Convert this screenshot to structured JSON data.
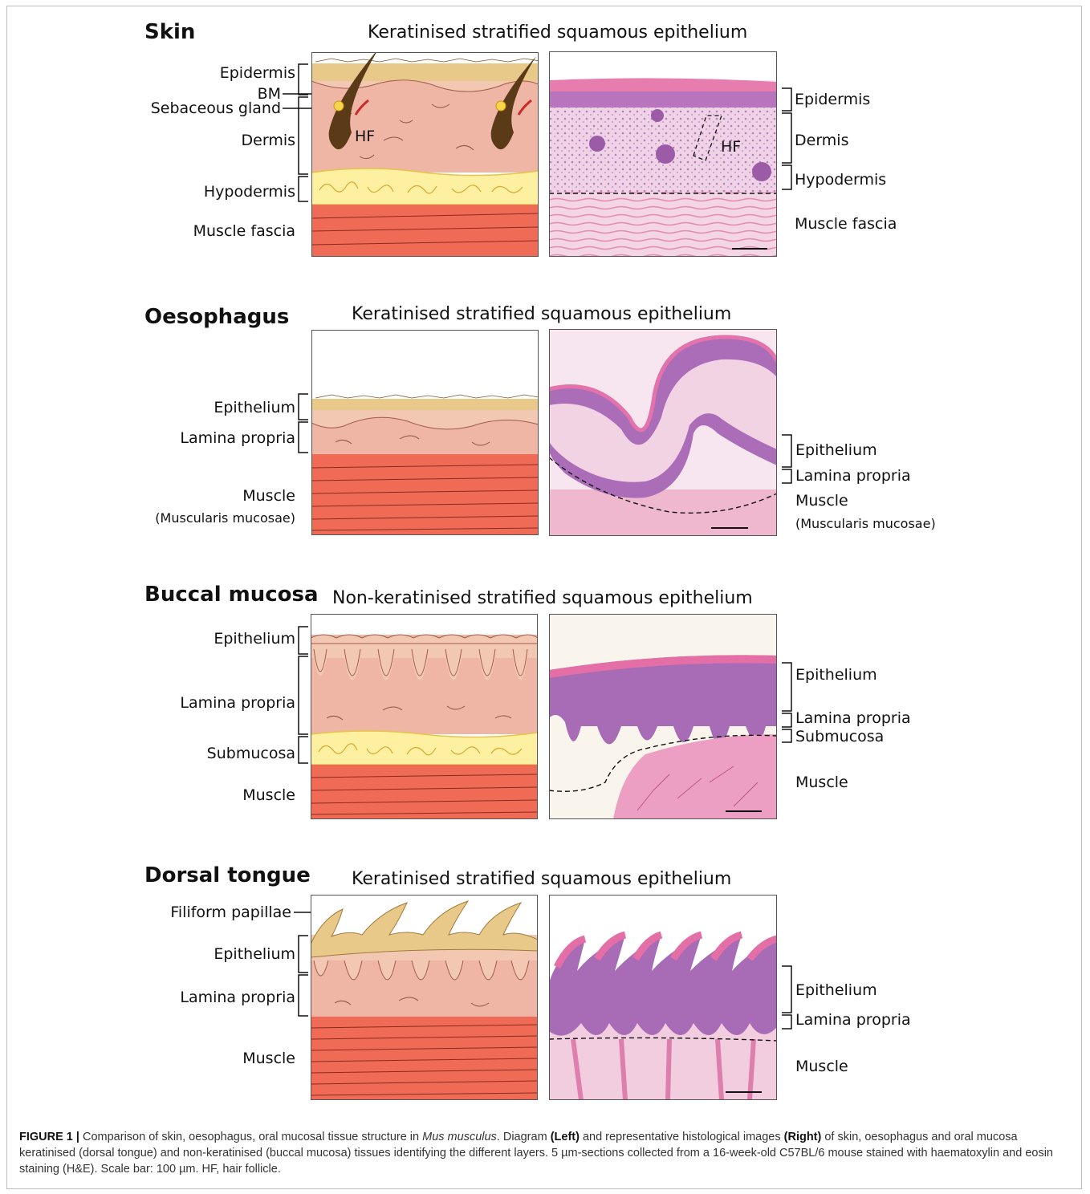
{
  "sections": [
    {
      "title": "Skin",
      "subtitle": "Keratinised stratified squamous epithelium",
      "left_labels": [
        "Epidermis",
        "BM",
        "Sebaceous gland",
        "Dermis",
        "Hypodermis",
        "Muscle fascia"
      ],
      "inner_label": "HF",
      "histo_inner_label": "HF",
      "right_labels": [
        "Epidermis",
        "Dermis",
        "Hypodermis",
        "Muscle fascia"
      ]
    },
    {
      "title": "Oesophagus",
      "subtitle": "Keratinised stratified squamous epithelium",
      "left_labels": [
        "Epithelium",
        "Lamina propria",
        "Muscle",
        "(Muscularis mucosae)"
      ],
      "right_labels": [
        "Epithelium",
        "Lamina propria",
        "Muscle",
        "(Muscularis mucosae)"
      ]
    },
    {
      "title": "Buccal mucosa",
      "subtitle": "Non-keratinised stratified squamous epithelium",
      "left_labels": [
        "Epithelium",
        "Lamina propria",
        "Submucosa",
        "Muscle"
      ],
      "right_labels": [
        "Epithelium",
        "Lamina propria",
        "Submucosa",
        "Muscle"
      ]
    },
    {
      "title": "Dorsal tongue",
      "subtitle": "Keratinised stratified squamous epithelium",
      "left_labels": [
        "Filiform papillae",
        "Epithelium",
        "Lamina propria",
        "Muscle"
      ],
      "right_labels": [
        "Epithelium",
        "Lamina propria",
        "Muscle"
      ]
    }
  ],
  "caption": {
    "figure_label": "FIGURE 1 |",
    "t1": " Comparison of skin, oesophagus, oral mucosal tissue structure in ",
    "species": "Mus musculus",
    "t2": ". Diagram ",
    "left": "(Left)",
    "t3": " and representative histological images ",
    "right": "(Right)",
    "t4": " of skin, oesophagus and oral mucosa keratinised (dorsal tongue) and non-keratinised (buccal mucosa) tissues identifying the different layers. 5 µm-sections collected from a 16-week-old C57BL/6 mouse stained with haematoxylin and eosin staining (H&E). Scale bar: 100 µm. HF, hair follicle."
  },
  "colors": {
    "keratin": "#e9c98a",
    "epithelium": "#f3c8b3",
    "lamina": "#efb5a5",
    "fat": "#fdf0a0",
    "muscle": "#ef6b55",
    "hair": "#5a3a17",
    "he_pink": "#e98cb6",
    "he_purple": "#a86bb5",
    "he_bg": "#f6e3ee"
  }
}
